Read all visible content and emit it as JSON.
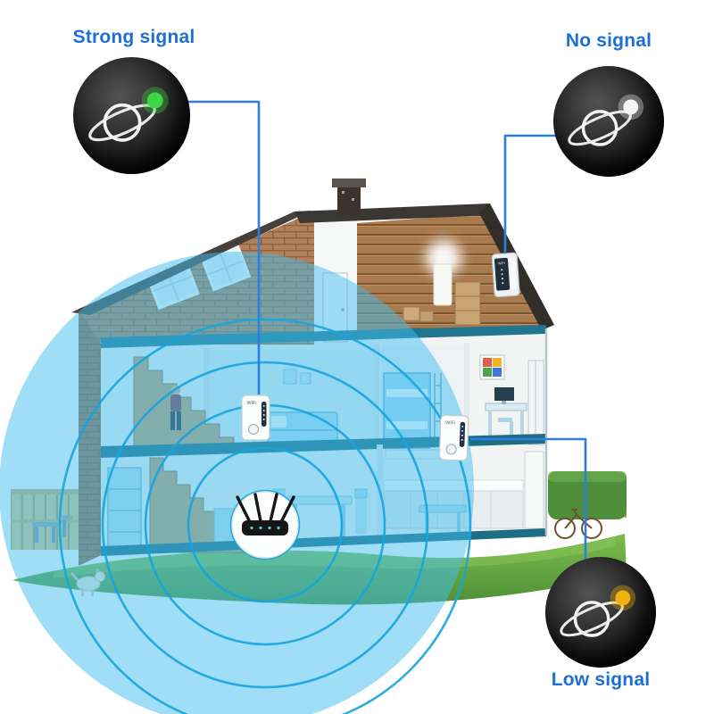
{
  "indicators": [
    {
      "id": "strong-signal",
      "label": "Strong signal",
      "dot_color": "#3ed646"
    },
    {
      "id": "no-signal",
      "label": "No signal",
      "dot_color": "#f4f4f4"
    },
    {
      "id": "low-signal",
      "label": "Low signal",
      "dot_color": "#f2b40c"
    }
  ],
  "devices": {
    "repeater_label": "WiFi",
    "repeater_positions": [
      "middle-floor-left",
      "middle-floor-right",
      "attic-right"
    ],
    "router": "4-antenna wireless router"
  },
  "colors": {
    "label_text": "#1b6fd6",
    "connector_line": "#2e7de0",
    "signal_ring": "#15a5df",
    "coverage_fill": "#3fbdee",
    "lawn_green": "#5aa83e",
    "brick_wall": "#b28059",
    "wood_wall": "#a87a4d",
    "roof": "#3b3733"
  }
}
